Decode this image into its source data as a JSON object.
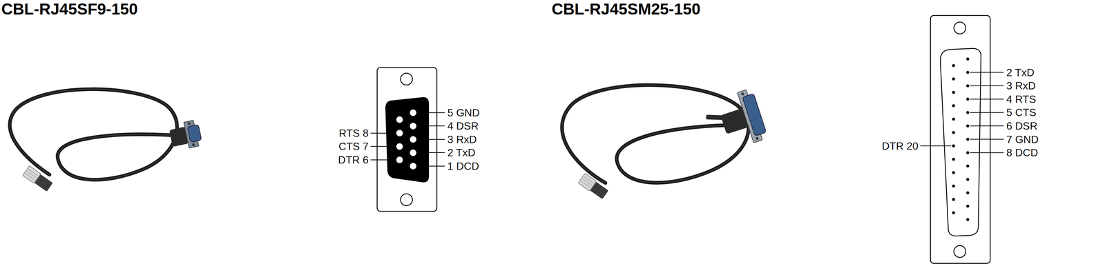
{
  "diagram": {
    "labels": [
      "CBL-RJ45SF9-150",
      "5 GND",
      "4 DSR",
      "3 RxD",
      "2 TxD",
      "1 DCD",
      "RTS 8",
      "CTS 7",
      "DTR 6",
      "CBL-RJ45SM25-150",
      "2 TxD",
      "3 RxD",
      "4 RTS",
      "5 CTS",
      "6 DSR",
      "7 GND",
      "8 DCD",
      "DTR 20"
    ]
  }
}
